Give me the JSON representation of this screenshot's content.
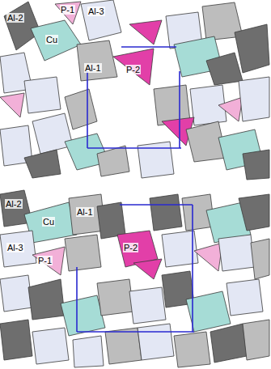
{
  "diagram": {
    "labels": [
      "Al-2",
      "P-1",
      "Al-3",
      "Cu",
      "Al-1",
      "P-2",
      "Al-2",
      "Cu",
      "Al-1",
      "Al-3",
      "P-1",
      "P-2"
    ]
  }
}
